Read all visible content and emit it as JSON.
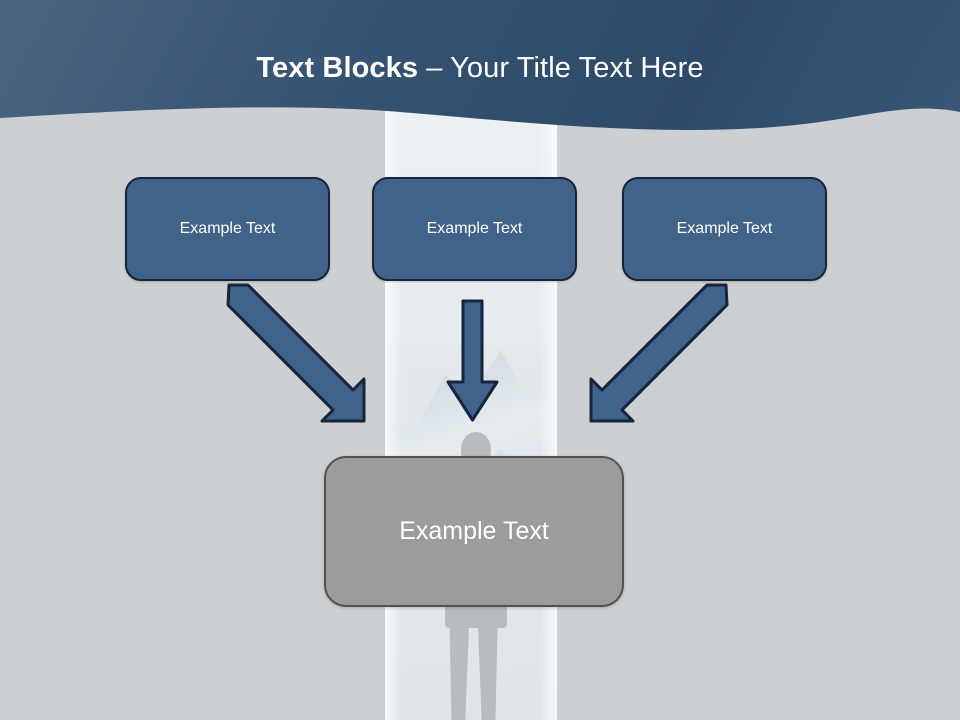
{
  "slide": {
    "title_strong": "Text Blocks ",
    "title_separator": "– ",
    "title_light": "Your Title Text Here",
    "background_color": "#cdd0d2",
    "banner_color": "#32506e",
    "box_fill": "#416389",
    "box_border": "#16243c",
    "result_fill": "#9c9c9c",
    "result_border": "#525252",
    "text_color": "#ffffff"
  },
  "top_boxes": [
    {
      "label": "Example Text"
    },
    {
      "label": "Example Text"
    },
    {
      "label": "Example Text"
    }
  ],
  "arrows": [
    {
      "name": "arrow-down-right",
      "direction": "down-right"
    },
    {
      "name": "arrow-down",
      "direction": "down"
    },
    {
      "name": "arrow-down-left",
      "direction": "down-left"
    }
  ],
  "result_box": {
    "label": "Example Text"
  }
}
